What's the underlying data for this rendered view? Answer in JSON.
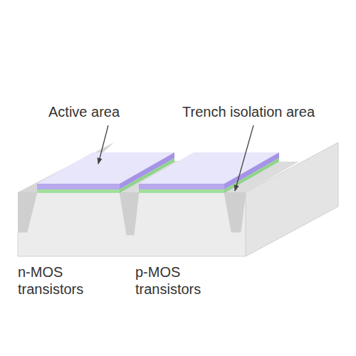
{
  "diagram": {
    "labels": [
      "Active area",
      "Trench isolation area",
      "n-MOS transistors",
      "p-MOS transistors"
    ]
  }
}
